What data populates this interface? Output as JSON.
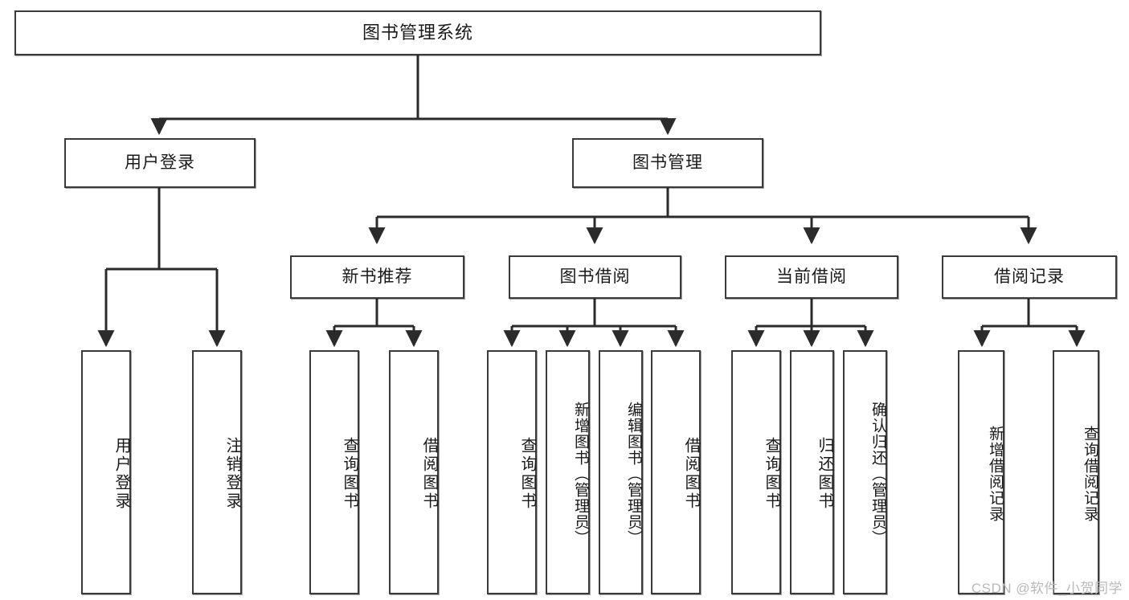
{
  "diagram": {
    "title": "图书管理系统",
    "watermark": "CSDN @软件_小贺同学",
    "colors": {
      "box_border": "#3a3a3a",
      "edge": "#2b2b2b",
      "background": "#ffffff",
      "watermark": "#b9b9b9"
    },
    "root": {
      "label": "图书管理系统"
    },
    "level2": [
      {
        "label": "用户登录"
      },
      {
        "label": "图书管理"
      }
    ],
    "level3": [
      {
        "label": "新书推荐"
      },
      {
        "label": "图书借阅"
      },
      {
        "label": "当前借阅"
      },
      {
        "label": "借阅记录"
      }
    ],
    "leaves": {
      "user_login": [
        {
          "label": "用户登录"
        },
        {
          "label": "注销登录"
        }
      ],
      "new_book_recommend": [
        {
          "label": "查询图书"
        },
        {
          "label": "借阅图书"
        }
      ],
      "book_borrow": [
        {
          "label": "查询图书"
        },
        {
          "label": "新增图书（管理员）"
        },
        {
          "label": "编辑图书（管理员）"
        },
        {
          "label": "借阅图书"
        }
      ],
      "current_borrow": [
        {
          "label": "查询图书"
        },
        {
          "label": "归还图书"
        },
        {
          "label": "确认归还（管理员）"
        }
      ],
      "borrow_record": [
        {
          "label": "新增借阅记录"
        },
        {
          "label": "查询借阅记录"
        }
      ]
    }
  }
}
